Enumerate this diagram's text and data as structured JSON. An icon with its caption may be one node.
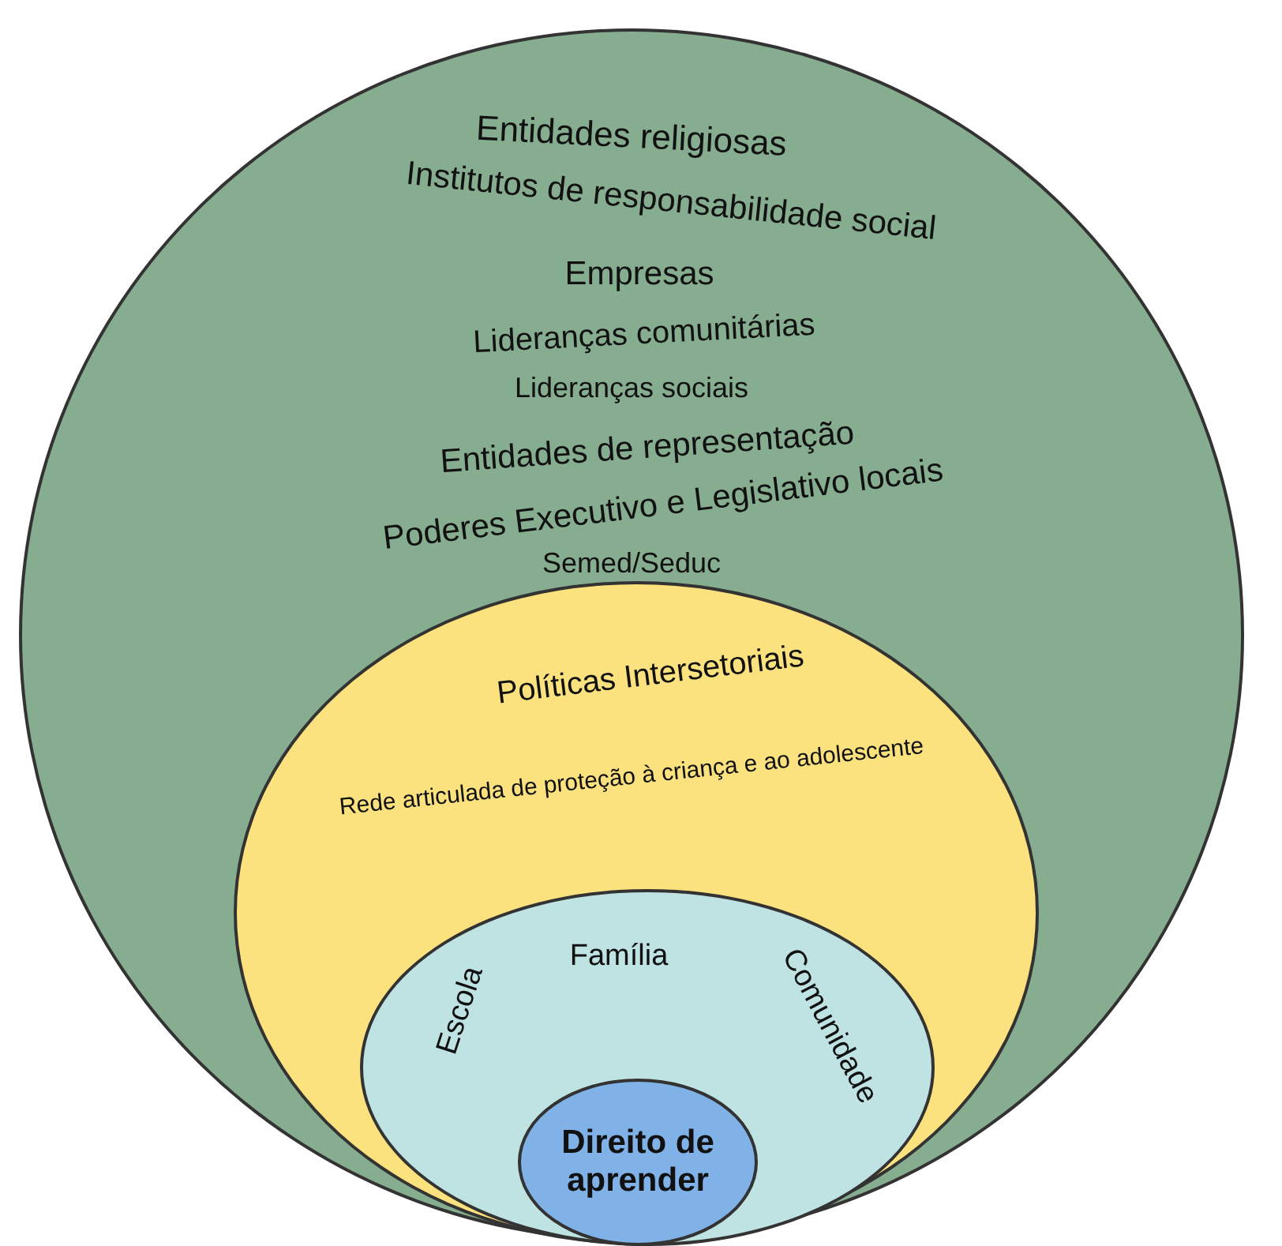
{
  "diagram": {
    "nodes": [
      {
        "text": [
          "Entidades religiosas",
          "Institutos de responsabilidade social",
          "Empresas",
          "Lideranças comunitárias",
          "Lideranças sociais",
          "Entidades de representação",
          "Poderes Executivo e Legislativo locais",
          "Semed/Seduc"
        ]
      },
      {
        "text": [
          "Políticas Intersetoriais",
          "Rede articulada de proteção à criança e ao adolescente"
        ],
        "in": 0
      },
      {
        "text": [
          "Escola",
          "Família",
          "Comunidade"
        ],
        "in": 1
      },
      {
        "text": [
          "Direito de aprender"
        ],
        "in": 2
      }
    ]
  }
}
